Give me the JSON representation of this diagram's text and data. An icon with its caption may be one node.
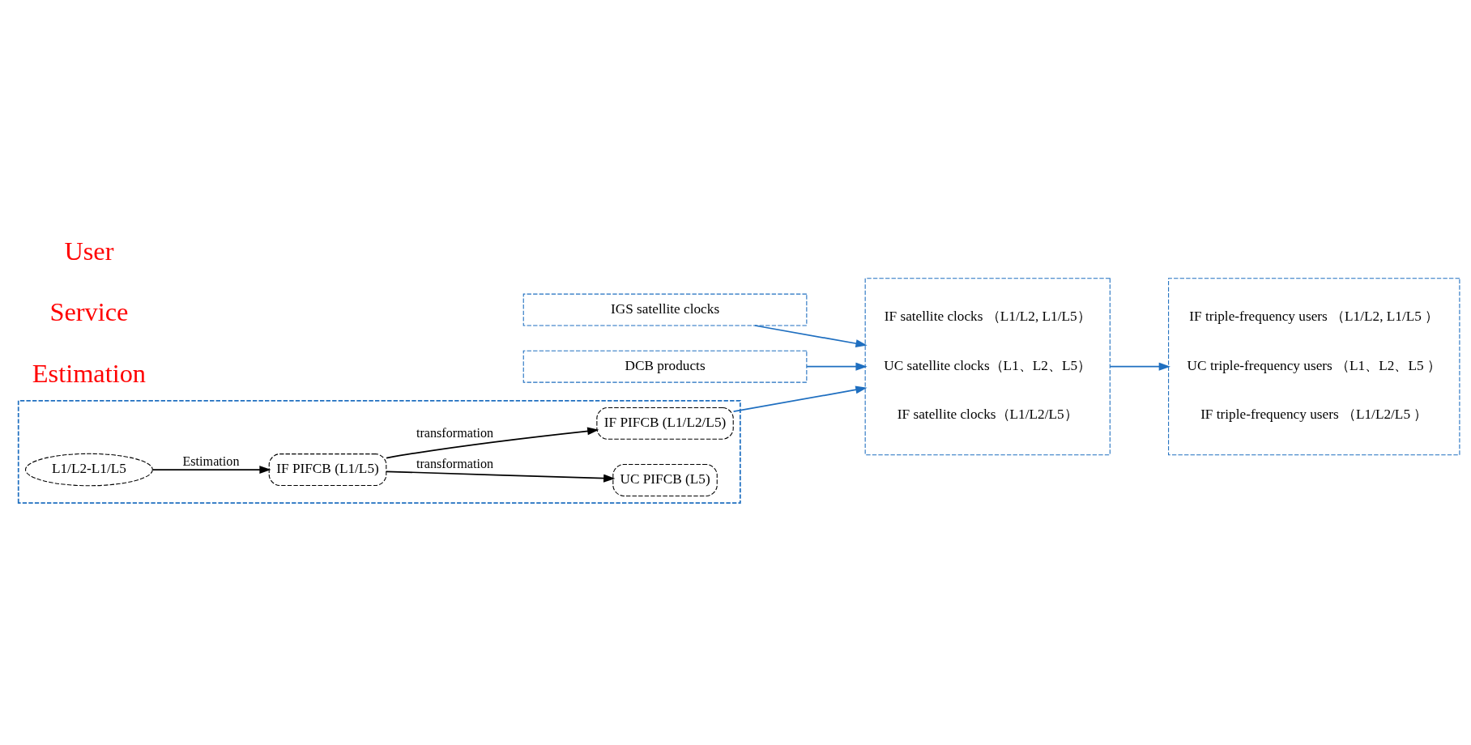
{
  "diagram": {
    "nodes": [
      {
        "text": [
          "IGS satellite clocks"
        ]
      },
      {
        "text": [
          "DCB products"
        ]
      },
      {
        "text": [],
        "shape": "box"
      },
      {
        "text": [
          "L1/L2-L1/L5"
        ],
        "in": 2
      },
      {
        "text": [
          "IF PIFCB (L1/L5)"
        ],
        "in": 2
      },
      {
        "text": [
          "UC PIFCB (L5)"
        ],
        "in": 2
      },
      {
        "text": [
          "IF PIFCB (L1/L2/L5)"
        ],
        "in": 2
      },
      {
        "text": [
          "IF satellite clocks （L1/L2, L1/L5）",
          "UC satellite clocks（L1、L2、L5）",
          "IF satellite clocks（L1/L2/L5）"
        ]
      },
      {
        "text": [
          "IF triple-frequency users （L1/L2, L1/L5 ）",
          "UC triple-frequency users （L1、L2、L5 ）",
          "IF triple-frequency users （L1/L2/L5 ）"
        ]
      }
    ],
    "edges": [
      {
        "from": 3,
        "to": 4,
        "arrow": "to",
        "label": "Estimation",
        "color": "#000000"
      },
      {
        "from": 4,
        "to": 5,
        "arrow": "to",
        "label": "transformation",
        "color": "#000000"
      },
      {
        "from": 4,
        "to": 6,
        "arrow": "to",
        "label": "transformation",
        "color": "#000000"
      },
      {
        "from": 0,
        "to": 7,
        "arrow": "to"
      },
      {
        "from": 1,
        "to": 7,
        "arrow": "to"
      },
      {
        "from": 6,
        "to": 7,
        "arrow": "to"
      },
      {
        "from": 7,
        "to": 8,
        "arrow": "to"
      }
    ],
    "labels": [
      "Estimation",
      "Service",
      "User"
    ]
  }
}
